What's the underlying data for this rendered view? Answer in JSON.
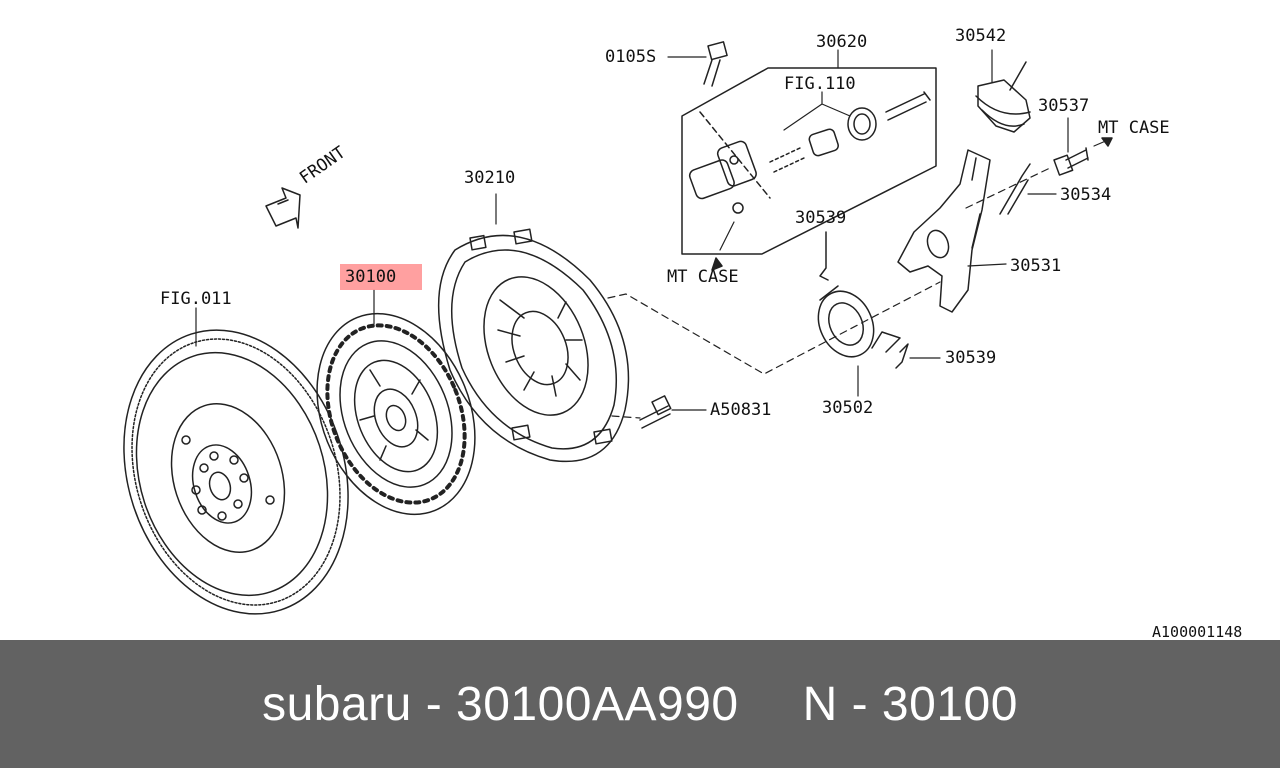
{
  "diagram": {
    "front_label": "FRONT",
    "ref_code": "A100001148",
    "highlighted_part": "30100",
    "callouts": {
      "fig011": "FIG.011",
      "p30100": "30100",
      "p30210": "30210",
      "p0105S": "0105S",
      "p30620": "30620",
      "fig110": "FIG.110",
      "mtcase1": "MT CASE",
      "p30542": "30542",
      "p30537": "30537",
      "mtcase2": "MT CASE",
      "p30534": "30534",
      "p30539a": "30539",
      "p30531": "30531",
      "p30539b": "30539",
      "pA50831": "A50831",
      "p30502": "30502"
    }
  },
  "footer": {
    "part_title": "subaru - 30100AA990",
    "ref_number": "N - 30100"
  }
}
